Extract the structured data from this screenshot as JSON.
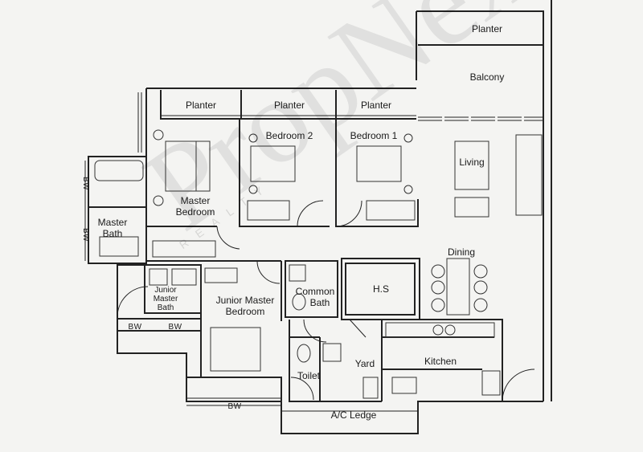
{
  "rooms": {
    "planter_top": "Planter",
    "balcony": "Balcony",
    "planter_1": "Planter",
    "planter_2": "Planter",
    "planter_3": "Planter",
    "bedroom2": "Bedroom 2",
    "bedroom1": "Bedroom 1",
    "living": "Living",
    "master_bedroom_1": "Master",
    "master_bedroom_2": "Bedroom",
    "master_bath_1": "Master",
    "master_bath_2": "Bath",
    "bw_1": "BW",
    "bw_2": "BW",
    "dining": "Dining",
    "junior_master_bath_1": "Junior",
    "junior_master_bath_2": "Master",
    "junior_master_bath_3": "Bath",
    "junior_master_bedroom_1": "Junior Master",
    "junior_master_bedroom_2": "Bedroom",
    "common_bath_1": "Common",
    "common_bath_2": "Bath",
    "hs": "H.S",
    "bw_3": "BW",
    "bw_4": "BW",
    "kitchen": "Kitchen",
    "yard": "Yard",
    "toilet": "Toilet",
    "bw_5": "BW",
    "ac_ledge": "A/C Ledge"
  },
  "watermark": {
    "brand": "PropNex",
    "tagline": "REALTY"
  }
}
